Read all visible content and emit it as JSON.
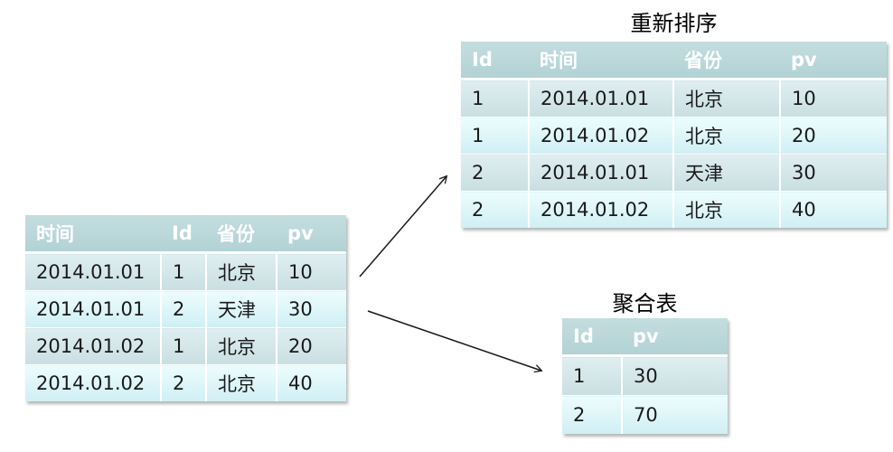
{
  "colors": {
    "page_bg": "#ffffff",
    "header_bg_top": "#c4dddf",
    "header_bg": "#b2d2d5",
    "header_text": "#ffffff",
    "row_odd_top": "#dfeef0",
    "row_odd_bottom": "#c9dfe2",
    "row_even_top": "#edfcfd",
    "row_even_bottom": "#cfeff4",
    "body_text": "#1a1a1a",
    "arrow": "#1a1a1a"
  },
  "source_table": {
    "headers": [
      "时间",
      "Id",
      "省份",
      "pv"
    ],
    "rows": [
      [
        "2014.01.01",
        "1",
        "北京",
        "10"
      ],
      [
        "2014.01.01",
        "2",
        "天津",
        "30"
      ],
      [
        "2014.01.02",
        "1",
        "北京",
        "20"
      ],
      [
        "2014.01.02",
        "2",
        "北京",
        "40"
      ]
    ]
  },
  "reorder_table": {
    "title": "重新排序",
    "headers": [
      "Id",
      "时间",
      "省份",
      "pv"
    ],
    "rows": [
      [
        "1",
        "2014.01.01",
        "北京",
        "10"
      ],
      [
        "1",
        "2014.01.02",
        "北京",
        "20"
      ],
      [
        "2",
        "2014.01.01",
        "天津",
        "30"
      ],
      [
        "2",
        "2014.01.02",
        "北京",
        "40"
      ]
    ]
  },
  "aggregate_table": {
    "title": "聚合表",
    "headers": [
      "Id",
      "pv"
    ],
    "rows": [
      [
        "1",
        "30"
      ],
      [
        "2",
        "70"
      ]
    ]
  }
}
